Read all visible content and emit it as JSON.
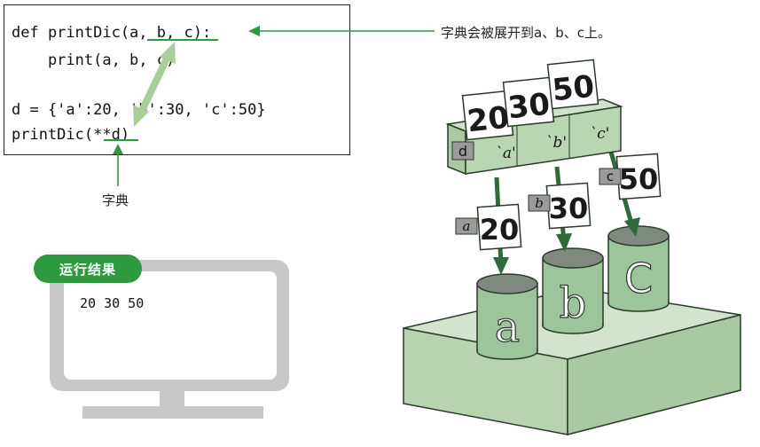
{
  "code": {
    "lines": [
      "def printDic(a, b, c):",
      "    print(a, b, c)",
      "",
      "d = {'a':20, 'b':30, 'c':50}",
      "printDic(**d)"
    ]
  },
  "annotations": {
    "expand_note": "字典会被展开到a、b、c上。",
    "dict_note": "字典"
  },
  "result": {
    "label": "运行结果",
    "output": "20 30 50"
  },
  "illustration": {
    "box_label": "d",
    "keys": [
      "`a'",
      "`b'",
      "`c'"
    ],
    "cards": [
      "20",
      "30",
      "50"
    ],
    "param_tags": [
      "a",
      "b",
      "c"
    ],
    "param_values": [
      "20",
      "30",
      "50"
    ],
    "can_letters": [
      "a",
      "b",
      "C"
    ]
  },
  "colors": {
    "accent_green": "#2e9a3f",
    "light_green": "#a8cf9a",
    "dark_green": "#2f6b3a",
    "can_green": "#9dc49a",
    "platform_green": "#b7d3b0",
    "monitor_gray": "#c8c8c8"
  }
}
